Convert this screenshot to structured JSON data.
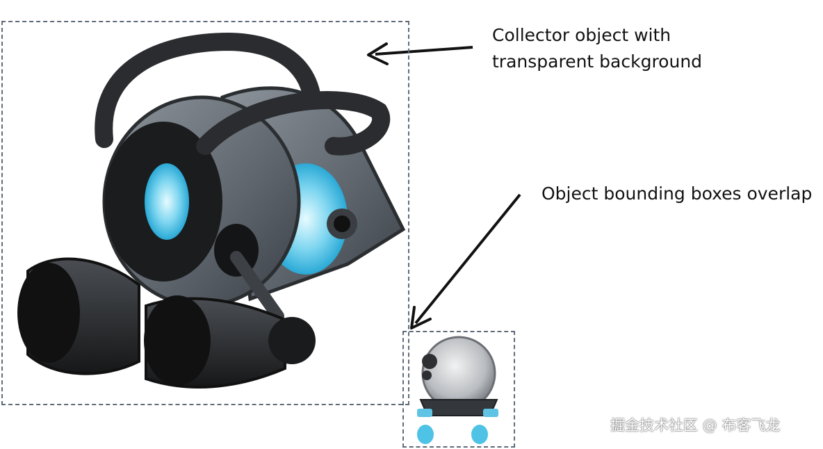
{
  "annotations": {
    "collector_label": "Collector object with transparent background",
    "overlap_label": "Object bounding boxes overlap"
  },
  "watermark": "掘金技术社区 @ 布客飞龙",
  "colors": {
    "box_border": "#5f6b78",
    "arrow": "#111111",
    "accent_blue": "#4fc3e6"
  },
  "icons": {
    "large_object": "collector-robot-icon",
    "small_object": "dome-robot-icon"
  }
}
